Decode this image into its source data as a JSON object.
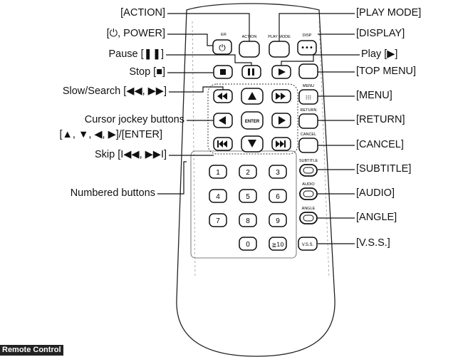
{
  "labels_left": [
    {
      "id": "action",
      "text": "[ACTION]"
    },
    {
      "id": "power",
      "text": "[⏻, POWER]"
    },
    {
      "id": "pause",
      "text": "Pause [❚❚]"
    },
    {
      "id": "stop",
      "text": "Stop [■]"
    },
    {
      "id": "slow",
      "text": "Slow/Search [◀◀, ▶▶]"
    },
    {
      "id": "cursor1",
      "text": "Cursor jockey buttons"
    },
    {
      "id": "cursor2",
      "text": "[▲, ▼, ◀, ▶]/[ENTER]"
    },
    {
      "id": "skip",
      "text": "Skip [I◀◀, ▶▶I]"
    },
    {
      "id": "numbered",
      "text": "Numbered buttons"
    }
  ],
  "labels_right": [
    {
      "id": "playmode",
      "text": "[PLAY MODE]"
    },
    {
      "id": "display",
      "text": "[DISPLAY]"
    },
    {
      "id": "play",
      "text": "Play [▶]"
    },
    {
      "id": "topmenu",
      "text": "[TOP MENU]"
    },
    {
      "id": "menu",
      "text": "[MENU]"
    },
    {
      "id": "return",
      "text": "[RETURN]"
    },
    {
      "id": "cancel",
      "text": "[CANCEL]"
    },
    {
      "id": "subtitle",
      "text": "[SUBTITLE]"
    },
    {
      "id": "audio",
      "text": "[AUDIO]"
    },
    {
      "id": "angle",
      "text": "[ANGLE]"
    },
    {
      "id": "vss",
      "text": "[V.S.S.]"
    }
  ],
  "remote_marks": {
    "power": "ER",
    "action": "ACTION",
    "playmode": "PLAY MODE",
    "display": "DISP",
    "menu": "MENU",
    "return": "RETURN",
    "cancel": "CANCEL",
    "subtitle": "SUBTITLE",
    "audio": "AUDIO",
    "angle": "ANGLE",
    "enter": "ENTER",
    "vss": "V.S.S.",
    "tenplus": "≧10"
  },
  "number_keys": [
    "1",
    "2",
    "3",
    "4",
    "5",
    "6",
    "7",
    "8",
    "9",
    "0"
  ],
  "corner_tag": "Remote Control"
}
